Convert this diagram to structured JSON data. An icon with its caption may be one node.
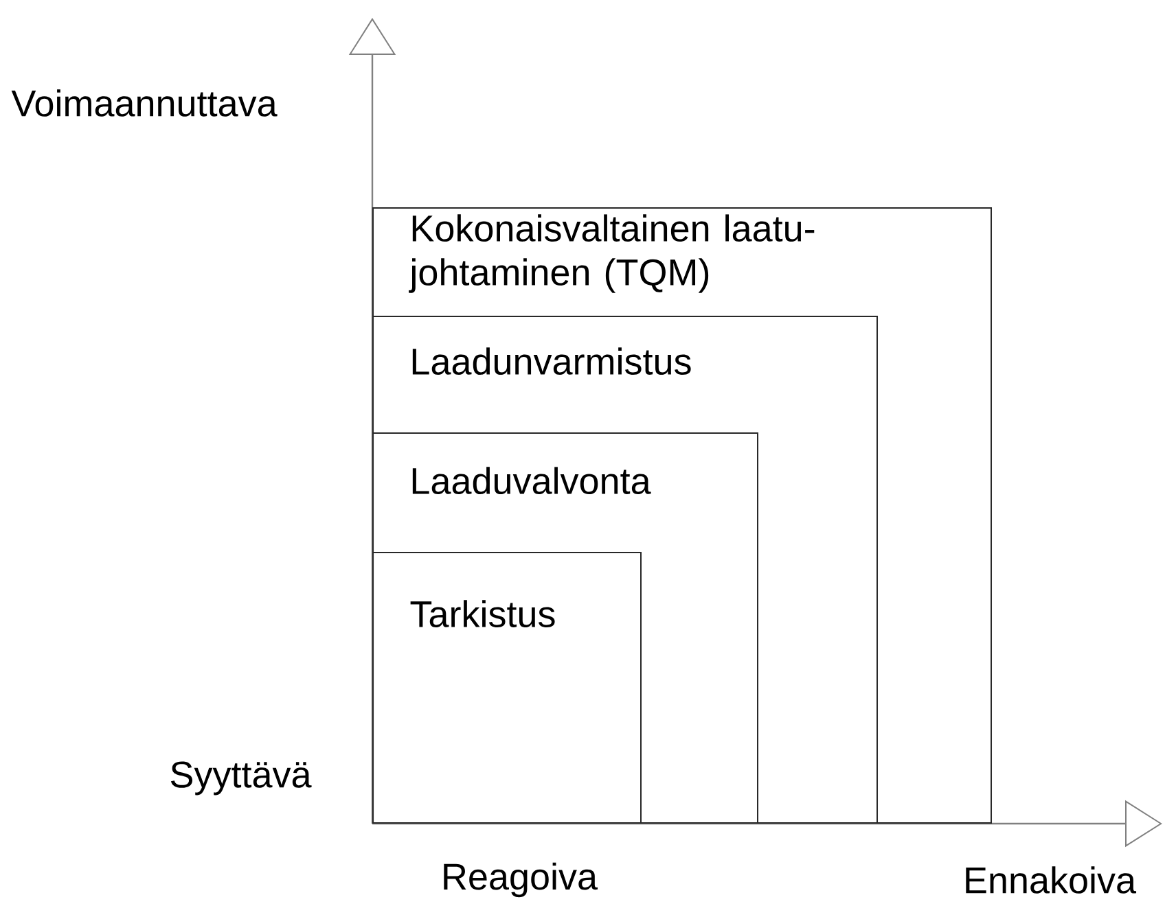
{
  "diagram": {
    "nodes": [
      {
        "text": [
          "Kokonaisvaltainen laatu-johtaminen (TQM)"
        ]
      },
      {
        "text": [
          "Laadunvarmistus"
        ],
        "in": 0
      },
      {
        "text": [
          "Laaduvalvonta"
        ],
        "in": 1
      },
      {
        "text": [
          "Tarkistus"
        ],
        "in": 2
      }
    ],
    "labels": [
      "Voimaannuttava",
      "Syyttävä",
      "Reagoiva",
      "Ennakoiva"
    ]
  }
}
